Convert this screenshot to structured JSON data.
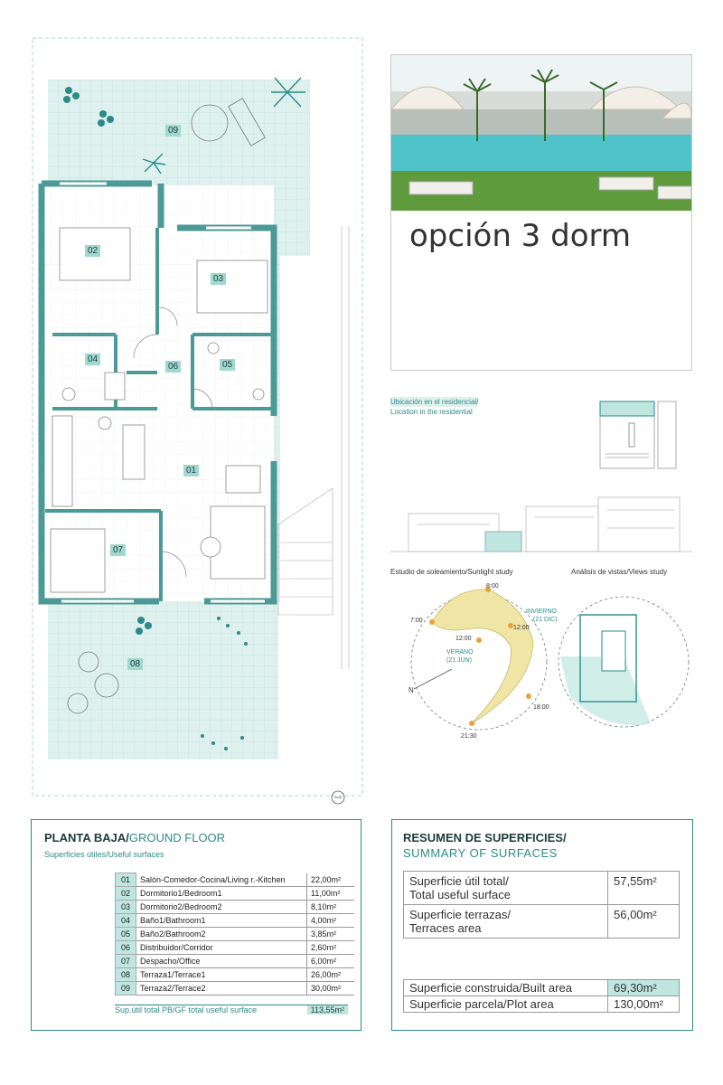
{
  "title": "opción 3 dorm",
  "rooms": [
    "01",
    "02",
    "03",
    "04",
    "05",
    "06",
    "07",
    "08",
    "09"
  ],
  "location_caption": [
    "Ubicación en el residencial/",
    "Location in the residential"
  ],
  "sunlight_caption": "Estudio de soleamiento/Sunlight study",
  "views_caption": "Análisis de vistas/Views study",
  "sun_labels": {
    "t8": "8:00",
    "t7": "7:00",
    "invierno": "INVIERNO",
    "dic": "(21 DIC)",
    "t12a": "12:00",
    "t12b": "12:00",
    "verano": "VERANO",
    "jun": "(21 JUN)",
    "n": "N",
    "t18": "18:00",
    "t2130": "21:30"
  },
  "ground_floor": {
    "title_a": "PLANTA BAJA/",
    "title_b": "GROUND FLOOR",
    "subtitle": "Superficies útiles/Useful surfaces",
    "rows": [
      {
        "num": "01",
        "name": "Salón-Comedor-Cocina/Living r.-Kitchen",
        "area": "22,00m²"
      },
      {
        "num": "02",
        "name": "Dormitorio1/Bedroom1",
        "area": "11,00m²"
      },
      {
        "num": "03",
        "name": "Dormitorio2/Bedroom2",
        "area": "8,10m²"
      },
      {
        "num": "04",
        "name": "Baño1/Bathroom1",
        "area": "4,00m²"
      },
      {
        "num": "05",
        "name": "Baño2/Bathroom2",
        "area": "3,85m²"
      },
      {
        "num": "06",
        "name": "Distribuidor/Corridor",
        "area": "2,60m²"
      },
      {
        "num": "07",
        "name": "Despacho/Office",
        "area": "6,00m²"
      },
      {
        "num": "08",
        "name": "Terraza1/Terrace1",
        "area": "26,00m²"
      },
      {
        "num": "09",
        "name": "Terraza2/Terrace2",
        "area": "30,00m²"
      }
    ],
    "total_label": "Sup.útil total PB/GF total useful surface",
    "total_value": "113,55m²"
  },
  "summary": {
    "title_a": "RESUMEN DE SUPERFICIES/",
    "title_b": "SUMMARY OF SURFACES",
    "useful_label_a": "Superficie útil total/",
    "useful_label_b": "Total useful surface",
    "useful_value": "57,55m²",
    "terraces_label_a": "Superficie terrazas/",
    "terraces_label_b": "Terraces area",
    "terraces_value": "56,00m²",
    "built_label": "Superficie construida/Built area",
    "built_value": "69,30m²",
    "plot_label": "Superficie parcela/Plot area",
    "plot_value": "130,00m²"
  },
  "colors": {
    "accent": "#2b8a8a",
    "wall": "#4c9a96",
    "fill": "#bfe7e0",
    "sun": "#efe6a6"
  }
}
